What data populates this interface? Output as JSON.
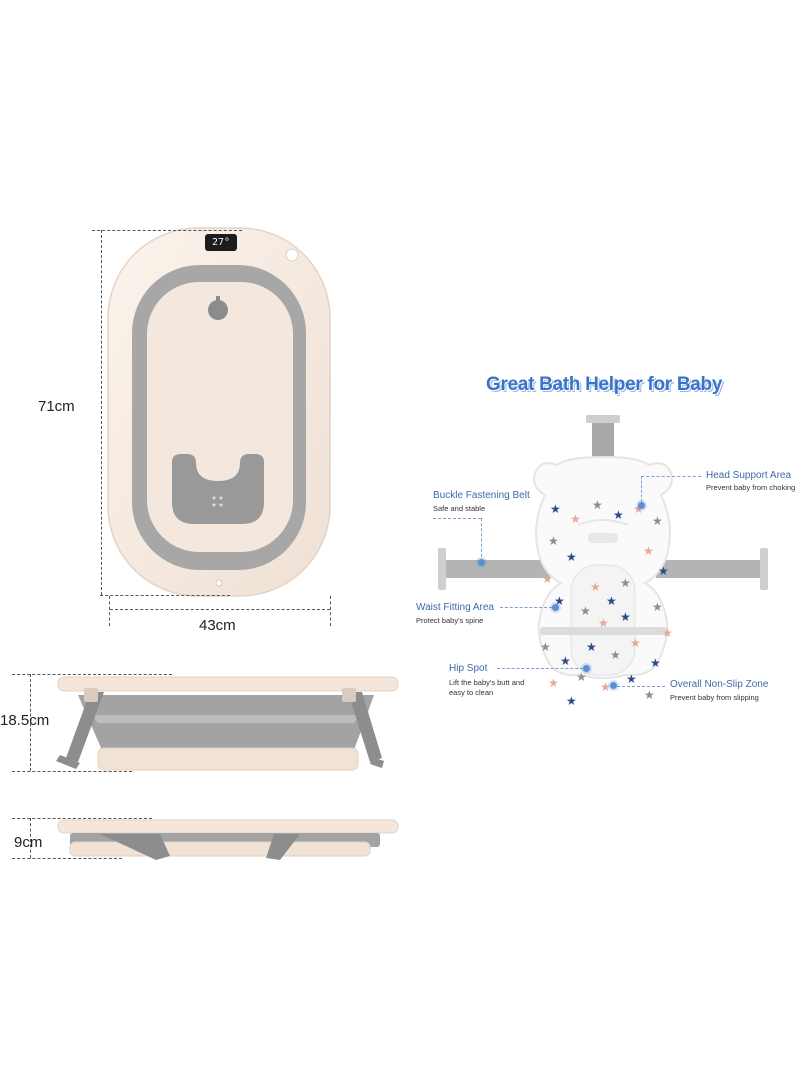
{
  "tub": {
    "display_temp": "27°",
    "height_label": "71cm",
    "width_label": "43cm",
    "open_height_label": "18.5cm",
    "folded_height_label": "9cm"
  },
  "helper": {
    "title": "Great Bath Helper for Baby",
    "features": [
      {
        "title": "Head Support Area",
        "sub": "Prevent baby from choking"
      },
      {
        "title": "Buckle Fastening Belt",
        "sub": "Safe and stable"
      },
      {
        "title": "Waist Fitting Area",
        "sub": "Protect baby's spine"
      },
      {
        "title": "Hip Spot",
        "sub": "Lift the baby's butt and easy to clean"
      },
      {
        "title": "Overall Non-Slip Zone",
        "sub": "Prevent baby from slipping"
      }
    ]
  },
  "colors": {
    "tub_beige": "#f3e6dc",
    "tub_gray": "#9d9d9d",
    "accent_blue": "#3b73c9",
    "star_navy": "#2d4a8a",
    "star_pink": "#e7a79a",
    "star_gray": "#8d8d8d"
  }
}
